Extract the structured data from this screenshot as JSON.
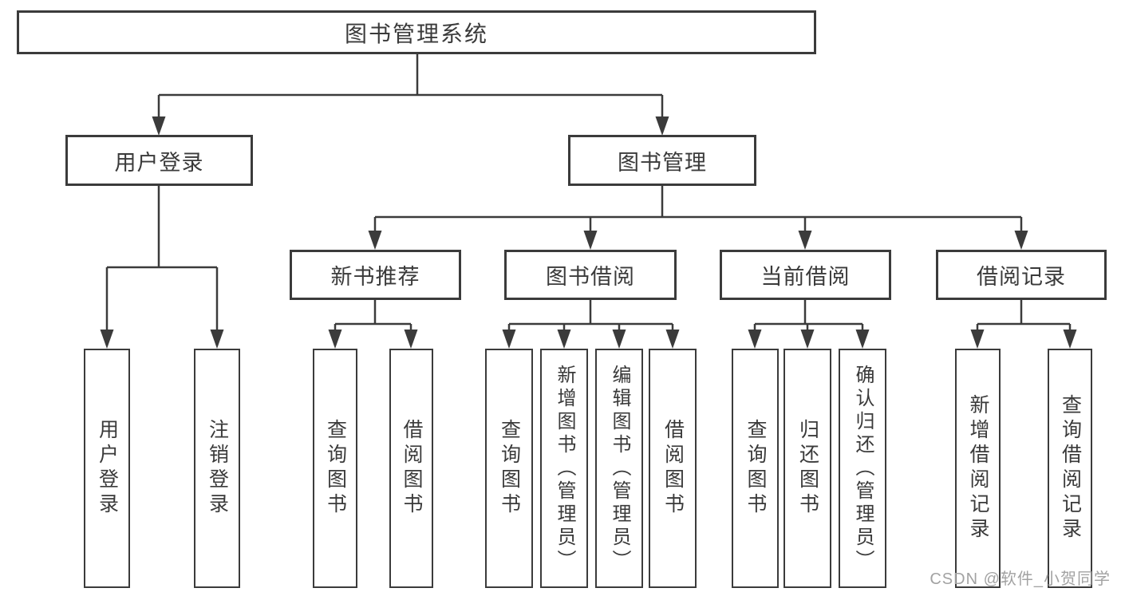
{
  "colors": {
    "line": "#3b3b3b",
    "box_border": "#3b3b3b",
    "box_background": "#ffffff",
    "text": "#3a3a3a",
    "watermark": "#a2a2a2"
  },
  "tree": {
    "label": "图书管理系统",
    "children": [
      {
        "label": "用户登录",
        "children": [
          {
            "label": "用户登录"
          },
          {
            "label": "注销登录"
          }
        ]
      },
      {
        "label": "图书管理",
        "children": [
          {
            "label": "新书推荐",
            "children": [
              {
                "label": "查询图书"
              },
              {
                "label": "借阅图书"
              }
            ]
          },
          {
            "label": "图书借阅",
            "children": [
              {
                "label": "查询图书"
              },
              {
                "label": "新增图书（管理员）"
              },
              {
                "label": "编辑图书（管理员）"
              },
              {
                "label": "借阅图书"
              }
            ]
          },
          {
            "label": "当前借阅",
            "children": [
              {
                "label": "查询图书"
              },
              {
                "label": "归还图书"
              },
              {
                "label": "确认归还（管理员）"
              }
            ]
          },
          {
            "label": "借阅记录",
            "children": [
              {
                "label": "新增借阅记录"
              },
              {
                "label": "查询借阅记录"
              }
            ]
          }
        ]
      }
    ]
  },
  "watermark": {
    "text": "CSDN @软件_小贺同学"
  }
}
